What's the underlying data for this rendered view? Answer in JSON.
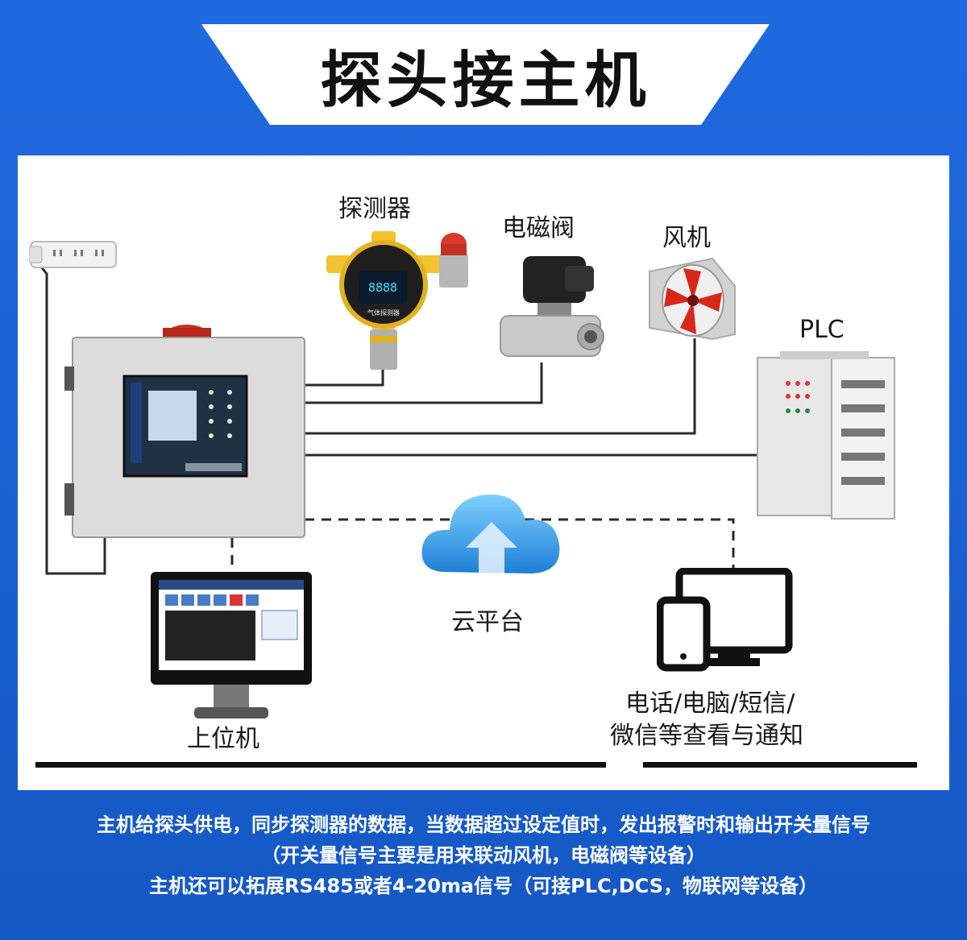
{
  "title": "探头接主机",
  "labels": {
    "detector": "探测器",
    "valve": "电磁阀",
    "fan": "风机",
    "plc": "PLC",
    "cloud": "云平台",
    "upper_computer": "上位机",
    "notify_line1": "电话/电脑/短信/",
    "notify_line2": "微信等查看与通知"
  },
  "detector_screen": "8888",
  "detector_caption": "气体探测器",
  "footer": {
    "line1": "主机给探头供电，同步探测器的数据，当数据超过设定值时，发出报警时和输出开关量信号",
    "line2": "（开关量信号主要是用来联动风机，电磁阀等设备）",
    "line3": "主机还可以拓展RS485或者4-20ma信号（可接PLC,DCS，物联网等设备）"
  },
  "colors": {
    "background": "#1f6ae0",
    "banner": "#ffffff",
    "wire": "#2a2a2a"
  }
}
